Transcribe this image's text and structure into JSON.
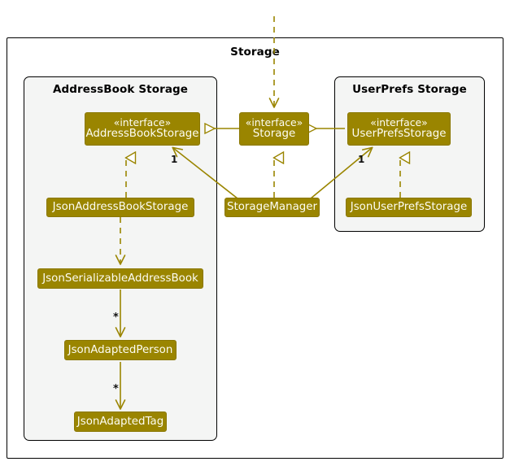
{
  "diagram": {
    "kind": "uml-class-diagram",
    "colors": {
      "node_fill": "#9a8500",
      "node_border": "#8a7700",
      "node_text": "#fdfdf4",
      "line": "#9a8500",
      "package_fill": "#f4f5f4",
      "package_border": "#000000",
      "canvas": "#ffffff"
    },
    "packages": [
      {
        "id": "storage",
        "title": "Storage"
      },
      {
        "id": "addressbook_storage",
        "title": "AddressBook Storage"
      },
      {
        "id": "userprefs_storage",
        "title": "UserPrefs Storage"
      }
    ],
    "nodes": [
      {
        "id": "addressbookstorage",
        "stereotype": "«interface»",
        "name": "AddressBookStorage"
      },
      {
        "id": "storage_iface",
        "stereotype": "«interface»",
        "name": "Storage"
      },
      {
        "id": "userprefsstorage",
        "stereotype": "«interface»",
        "name": "UserPrefsStorage"
      },
      {
        "id": "jsonaddressbookstorage",
        "stereotype": "",
        "name": "JsonAddressBookStorage"
      },
      {
        "id": "storagemanager",
        "stereotype": "",
        "name": "StorageManager"
      },
      {
        "id": "jsonuserprefsstorage",
        "stereotype": "",
        "name": "JsonUserPrefsStorage"
      },
      {
        "id": "jsonserializableaddressbook",
        "stereotype": "",
        "name": "JsonSerializableAddressBook"
      },
      {
        "id": "jsonadaptedperson",
        "stereotype": "",
        "name": "JsonAdaptedPerson"
      },
      {
        "id": "jsonadaptedtag",
        "stereotype": "",
        "name": "JsonAdaptedTag"
      }
    ],
    "edge_labels": [
      {
        "id": "mult-abs",
        "text": "1"
      },
      {
        "id": "mult-ups",
        "text": "1"
      },
      {
        "id": "mult-person",
        "text": "*"
      },
      {
        "id": "mult-tag",
        "text": "*"
      }
    ]
  }
}
